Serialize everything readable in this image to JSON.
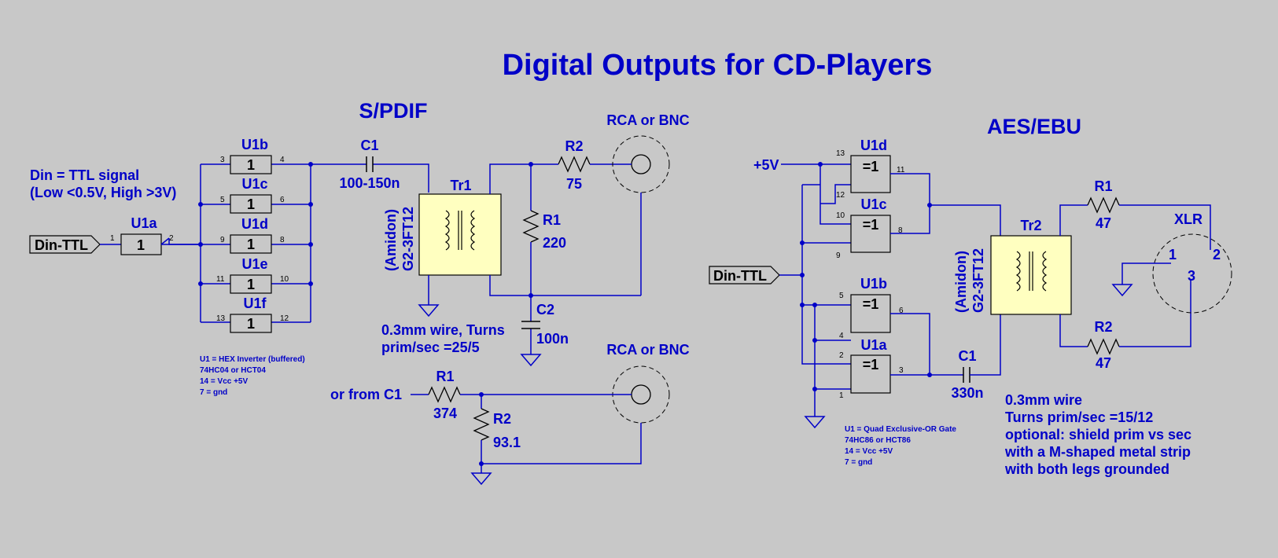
{
  "title": "Digital Outputs for CD-Players",
  "spdif": {
    "heading": "S/PDIF",
    "din_note_1": "Din = TTL signal",
    "din_note_2": "(Low <0.5V, High >3V)",
    "port": "Din-TTL",
    "gates": {
      "u1a": "U1a",
      "u1b": "U1b",
      "u1c": "U1c",
      "u1d": "U1d",
      "u1e": "U1e",
      "u1f": "U1f",
      "symbol": "1"
    },
    "pins": {
      "p1": "1",
      "p2": "2",
      "p3": "3",
      "p4": "4",
      "p5": "5",
      "p6": "6",
      "p8": "8",
      "p9": "9",
      "p10": "10",
      "p11": "11",
      "p12": "12",
      "p13": "13"
    },
    "c1": "C1",
    "c1_val": "100-150n",
    "tr1": "Tr1",
    "amidon": "(Amidon)",
    "core": "G2-3FT12",
    "r2": "R2",
    "r2_val": "75",
    "r1": "R1",
    "r1_val": "220",
    "c2": "C2",
    "c2_val": "100n",
    "connector": "RCA or BNC",
    "wire_note_1": "0.3mm wire, Turns",
    "wire_note_2": "prim/sec =25/5",
    "notes": [
      "U1 = HEX Inverter (buffered)",
      "74HC04 or HCT04",
      "14 = Vcc  +5V",
      "  7 = gnd"
    ]
  },
  "alt": {
    "connector": "RCA or BNC",
    "from": "or from C1",
    "r1": "R1",
    "r1_val": "374",
    "r2": "R2",
    "r2_val": "93.1"
  },
  "aes": {
    "heading": "AES/EBU",
    "vcc": "+5V",
    "port": "Din-TTL",
    "gates": {
      "u1d": "U1d",
      "u1c": "U1c",
      "u1b": "U1b",
      "u1a": "U1a",
      "symbol": "=1"
    },
    "pins": {
      "p1": "1",
      "p2": "2",
      "p3": "3",
      "p4": "4",
      "p5": "5",
      "p6": "6",
      "p8": "8",
      "p9": "9",
      "p10": "10",
      "p11": "11",
      "p12": "12",
      "p13": "13"
    },
    "c1": "C1",
    "c1_val": "330n",
    "tr2": "Tr2",
    "amidon": "(Amidon)",
    "core": "G2-3FT12",
    "r1": "R1",
    "r1_val": "47",
    "r2": "R2",
    "r2_val": "47",
    "xlr": "XLR",
    "xlr_p1": "1",
    "xlr_p2": "2",
    "xlr_p3": "3",
    "notes": [
      "U1 = Quad Exclusive-OR Gate",
      "74HC86 or HCT86",
      "14 = Vcc  +5V",
      "  7 = gnd"
    ],
    "wire_notes": [
      "0.3mm wire",
      "Turns prim/sec =15/12",
      "optional: shield prim vs sec",
      "with a M-shaped metal strip",
      "with both legs grounded"
    ]
  }
}
